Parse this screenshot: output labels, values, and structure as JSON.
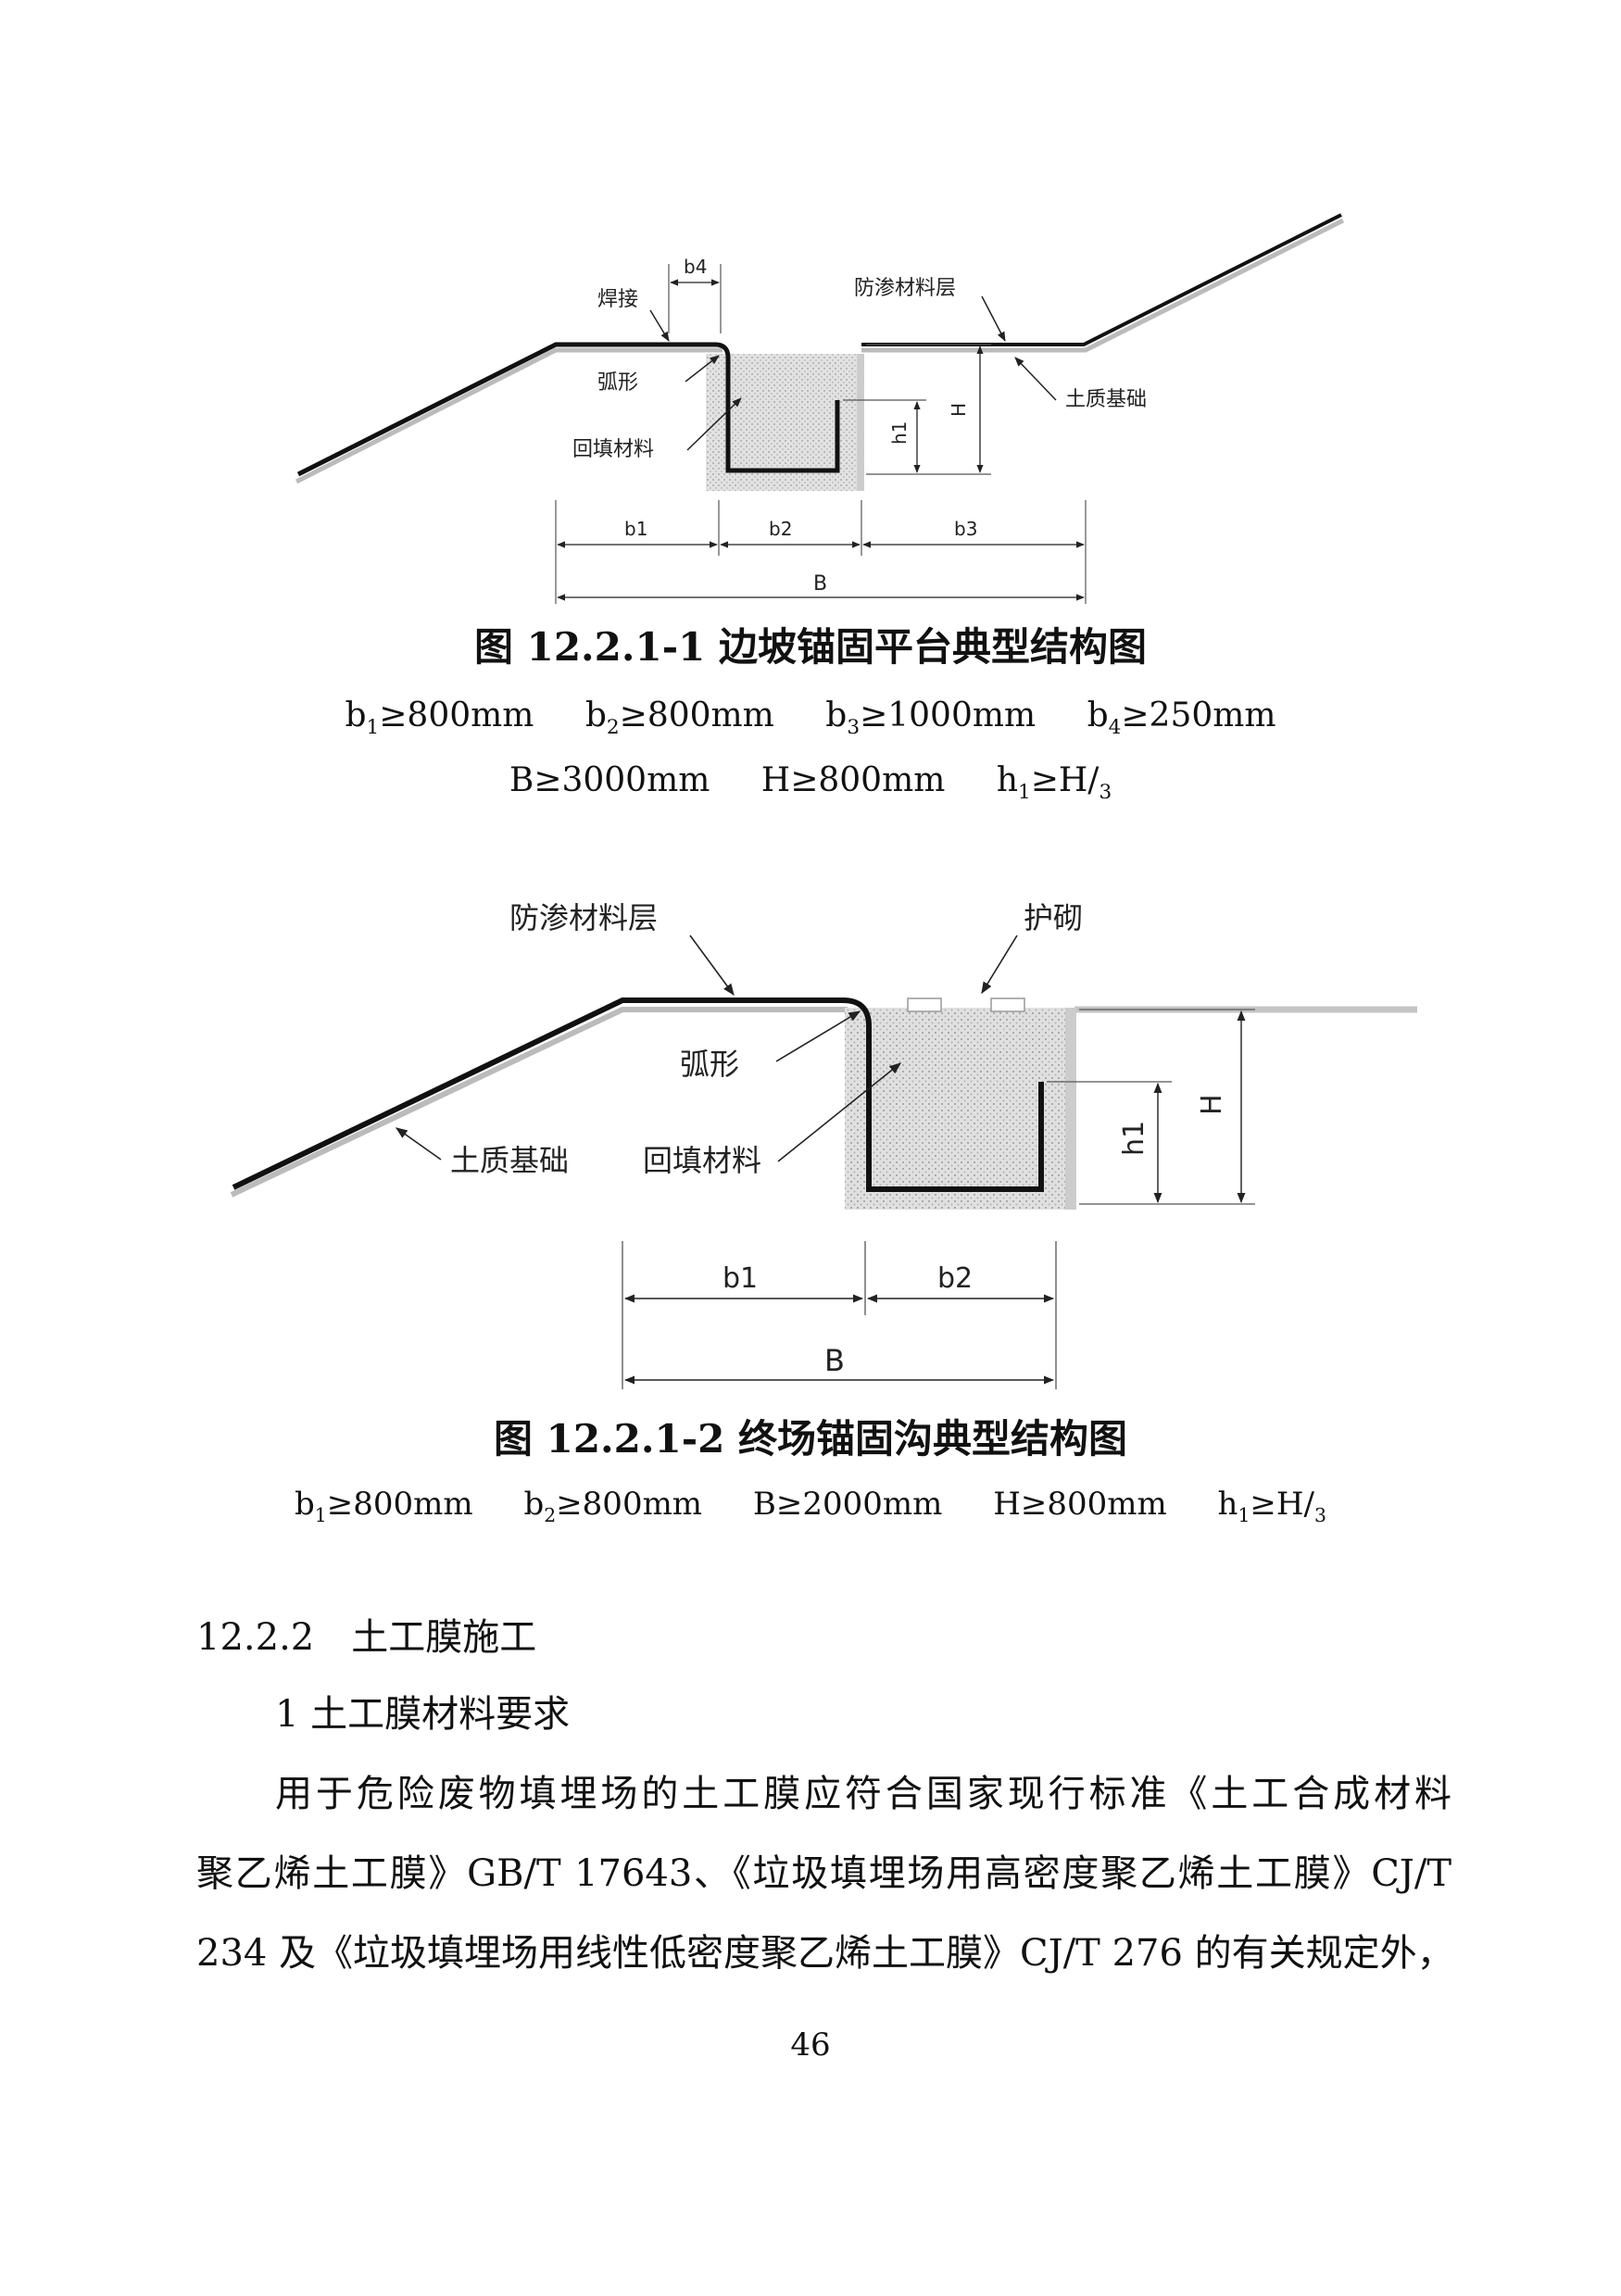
{
  "figure1": {
    "caption": "图 12.2.1-1  边坡锚固平台典型结构图",
    "labels": {
      "weld": "焊接",
      "b4": "b4",
      "liner": "防渗材料层",
      "arc": "弧形",
      "backfill": "回填材料",
      "soil": "土质基础",
      "h1": "h1",
      "H": "H",
      "b1": "b1",
      "b2": "b2",
      "b3": "b3",
      "B": "B"
    },
    "req_line1": [
      {
        "sym": "b",
        "sub": "1",
        "rest": "≥800mm"
      },
      {
        "sym": "b",
        "sub": "2",
        "rest": "≥800mm"
      },
      {
        "sym": "b",
        "sub": "3",
        "rest": "≥1000mm"
      },
      {
        "sym": "b",
        "sub": "4",
        "rest": "≥250mm"
      }
    ],
    "req_line2": [
      {
        "sym": "B",
        "sub": "",
        "rest": "≥3000mm"
      },
      {
        "sym": "H",
        "sub": "",
        "rest": "≥800mm"
      },
      {
        "sym": "h",
        "sub": "1",
        "rest": "≥H/",
        "sub2": "3"
      }
    ]
  },
  "figure2": {
    "caption": "图 12.2.1-2  终场锚固沟典型结构图",
    "labels": {
      "liner": "防渗材料层",
      "protect": "护砌",
      "arc": "弧形",
      "soil": "土质基础",
      "backfill": "回填材料",
      "h1": "h1",
      "H": "H",
      "b1": "b1",
      "b2": "b2",
      "B": "B"
    },
    "req_line": [
      {
        "sym": "b",
        "sub": "1",
        "rest": "≥800mm"
      },
      {
        "sym": "b",
        "sub": "2",
        "rest": "≥800mm"
      },
      {
        "sym": "B",
        "sub": "",
        "rest": "≥2000mm"
      },
      {
        "sym": "H",
        "sub": "",
        "rest": "≥800mm"
      },
      {
        "sym": "h",
        "sub": "1",
        "rest": "≥H/",
        "sub2": "3"
      }
    ]
  },
  "section": {
    "heading": "12.2.2　土工膜施工",
    "item1": "1  土工膜材料要求",
    "para_line1": "用于危险废物填埋场的土工膜应符合国家现行标准《土工合成材料",
    "para_line2": "聚乙烯土工膜》GB/T 17643、《垃圾填埋场用高密度聚乙烯土工膜》CJ/T",
    "para_line3": "234 及《垃圾填埋场用线性低密度聚乙烯土工膜》CJ/T 276 的有关规定外，"
  },
  "page_number": "46"
}
